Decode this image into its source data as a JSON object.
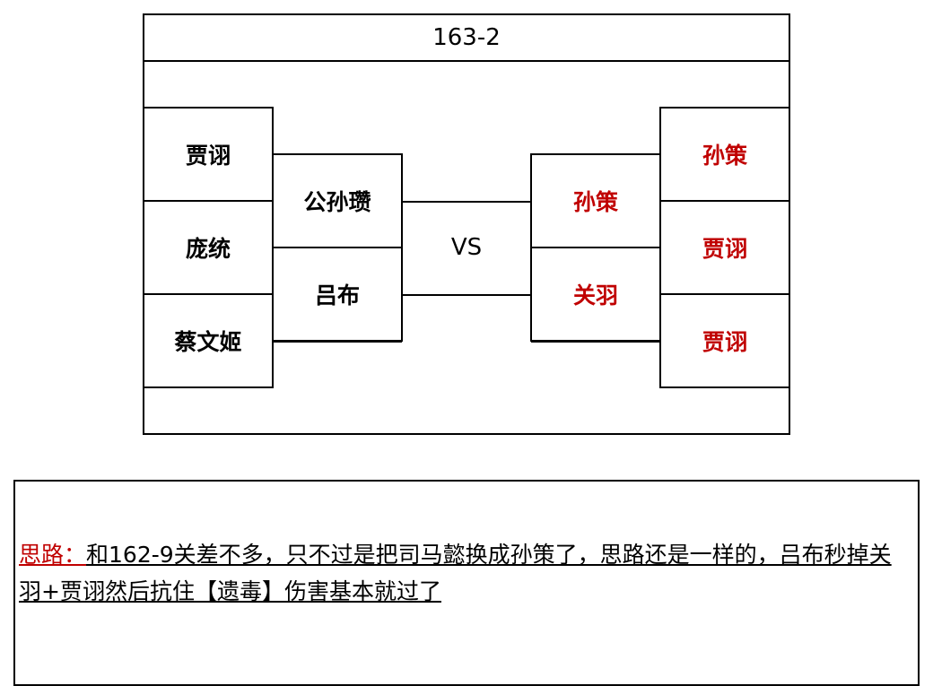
{
  "title": "163-2",
  "vs": "VS",
  "left": {
    "outer": [
      "贾诩",
      "庞统",
      "蔡文姬"
    ],
    "inner": [
      "公孙瓒",
      "吕布"
    ]
  },
  "right": {
    "inner": [
      "孙策",
      "关羽"
    ],
    "outer": [
      "孙策",
      "贾诩",
      "贾诩"
    ]
  },
  "note": {
    "label": "思路：",
    "text": "和162-9关差不多，只不过是把司马懿换成孙策了，思路还是一样的，吕布秒掉关羽+贾诩然后抗住【遗毒】伤害基本就过了"
  },
  "colors": {
    "enemy": "#c00000",
    "line": "#000000"
  }
}
